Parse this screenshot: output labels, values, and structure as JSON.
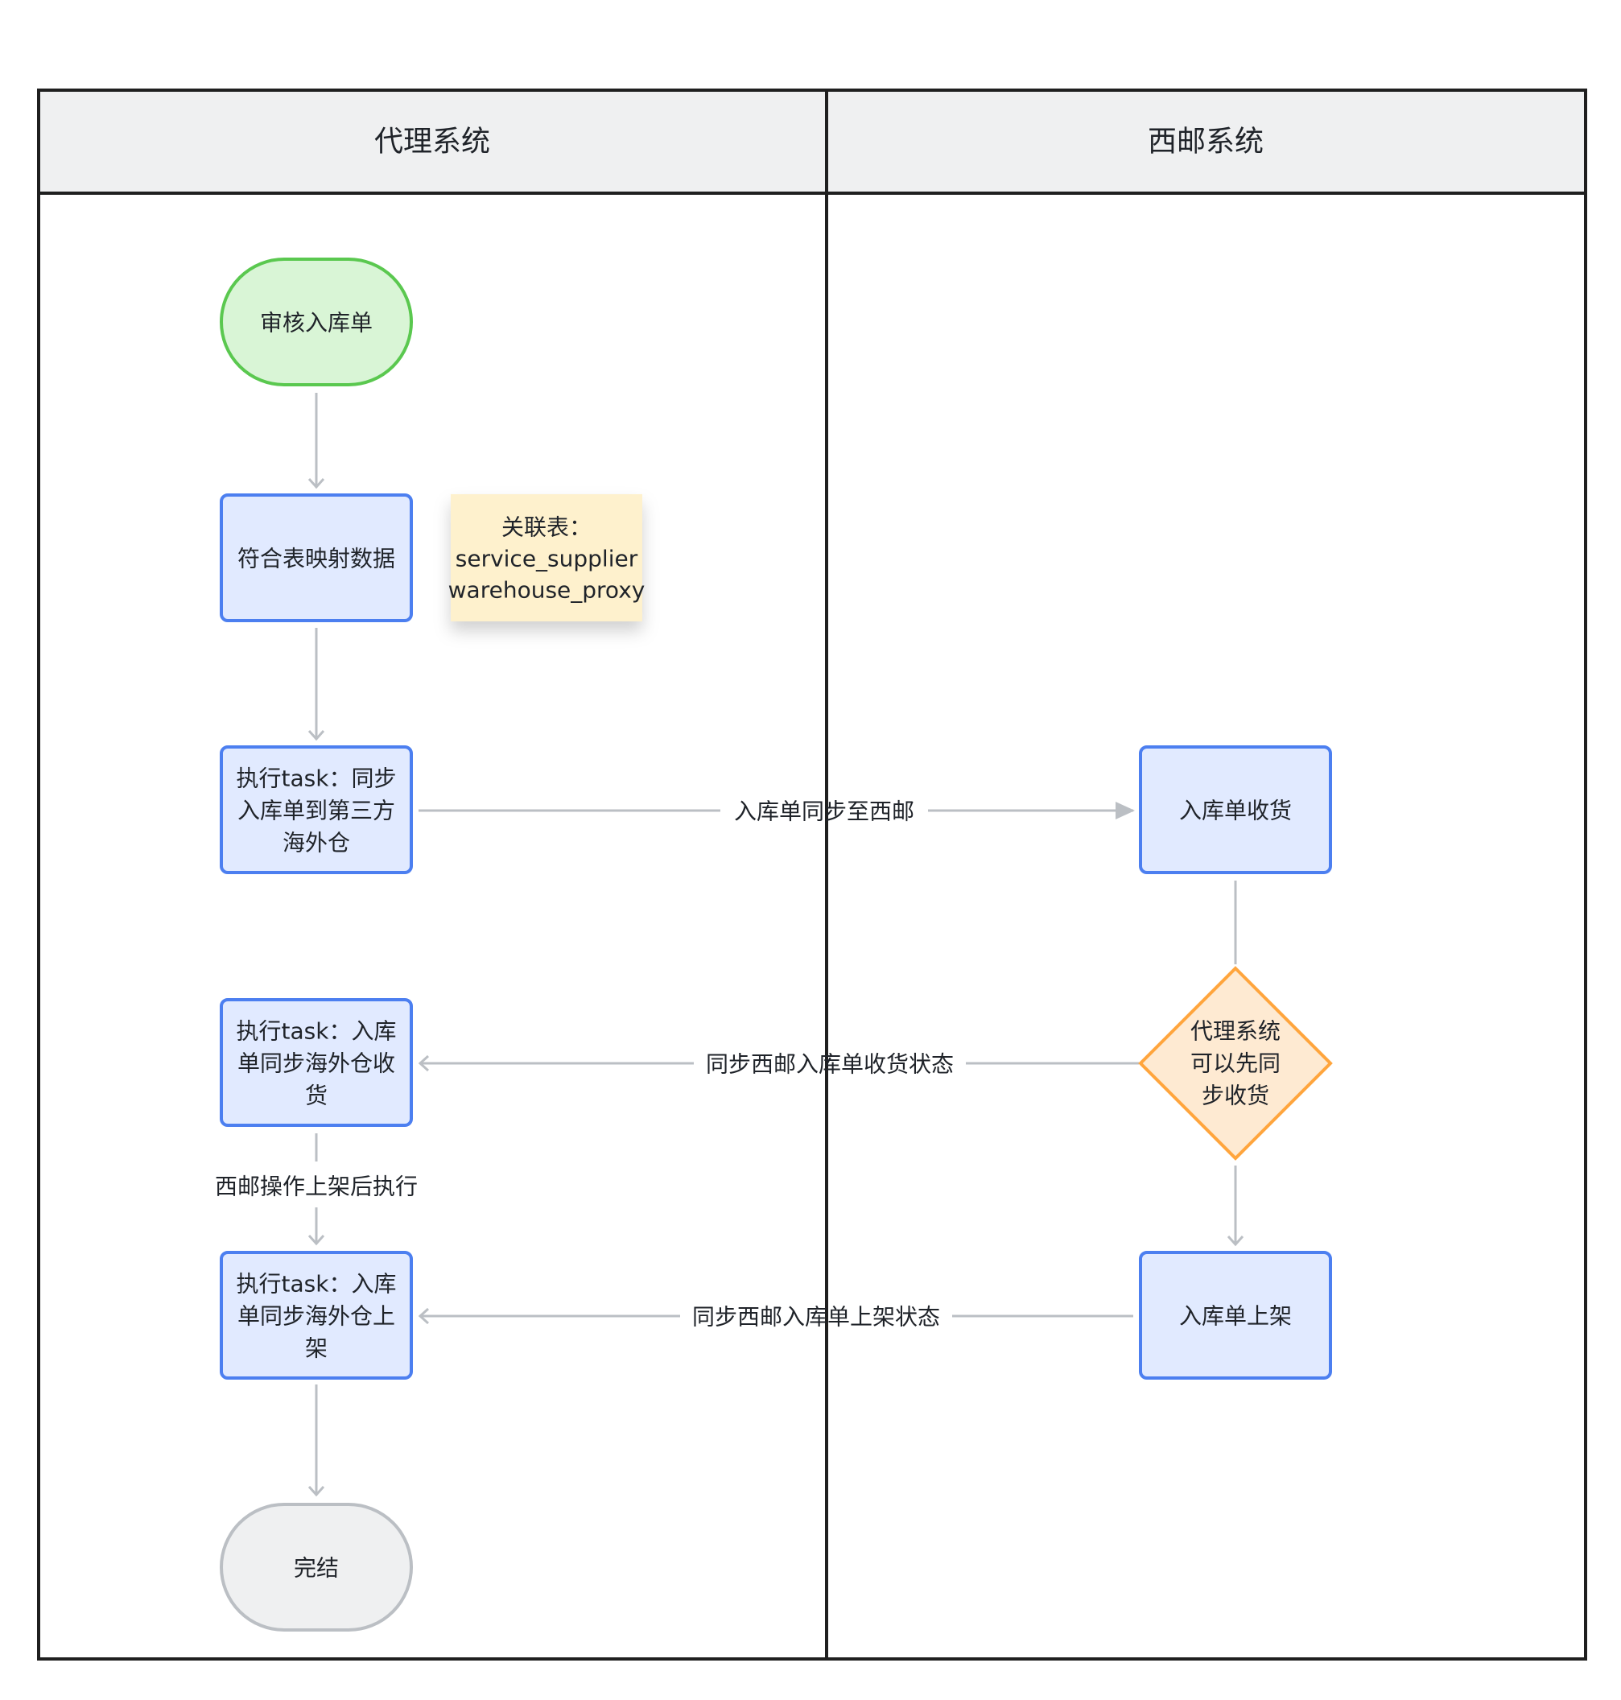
{
  "lanes": [
    {
      "title": "代理系统"
    },
    {
      "title": "西邮系统"
    }
  ],
  "nodes": {
    "start": {
      "lines": [
        "审核入库单"
      ],
      "shape": "terminal",
      "fill": "#d9f5d6",
      "stroke": "#5ac84f"
    },
    "map": {
      "lines": [
        "符合表映射数据"
      ],
      "shape": "process",
      "fill": "#e1eaff",
      "stroke": "#4c7ff0"
    },
    "note": {
      "lines": [
        "关联表：",
        "service_supplier",
        "warehouse_proxy"
      ],
      "shape": "note",
      "fill": "#fef1cd"
    },
    "sync": {
      "lines": [
        "执行task：同步",
        "入库单到第三方",
        "海外仓"
      ],
      "shape": "process",
      "fill": "#e1eaff",
      "stroke": "#4c7ff0"
    },
    "receive": {
      "lines": [
        "入库单收货"
      ],
      "shape": "process",
      "fill": "#e1eaff",
      "stroke": "#4c7ff0"
    },
    "decision": {
      "lines": [
        "代理系统",
        "可以先同",
        "步收货"
      ],
      "shape": "decision",
      "fill": "#feead2",
      "stroke": "#ffa53d"
    },
    "sync_receive": {
      "lines": [
        "执行task：入库",
        "单同步海外仓收",
        "货"
      ],
      "shape": "process",
      "fill": "#e1eaff",
      "stroke": "#4c7ff0"
    },
    "sync_shelve": {
      "lines": [
        "执行task：入库",
        "单同步海外仓上",
        "架"
      ],
      "shape": "process",
      "fill": "#e1eaff",
      "stroke": "#4c7ff0"
    },
    "shelve": {
      "lines": [
        "入库单上架"
      ],
      "shape": "process",
      "fill": "#e1eaff",
      "stroke": "#4c7ff0"
    },
    "end": {
      "lines": [
        "完结"
      ],
      "shape": "terminal",
      "fill": "#eff0f1",
      "stroke": "#bbbfc4"
    }
  },
  "edges": {
    "to_receive": {
      "label": "入库单同步至西邮"
    },
    "from_decision": {
      "label": "同步西邮入库单收货状态"
    },
    "after_shelve": {
      "label": "西邮操作上架后执行"
    },
    "from_shelve": {
      "label": "同步西邮入库单上架状态"
    }
  },
  "colors": {
    "border": "#1f1f1f",
    "header_fill": "#eff0f1",
    "connector": "#bbbfc4",
    "text": "#1f2329"
  }
}
